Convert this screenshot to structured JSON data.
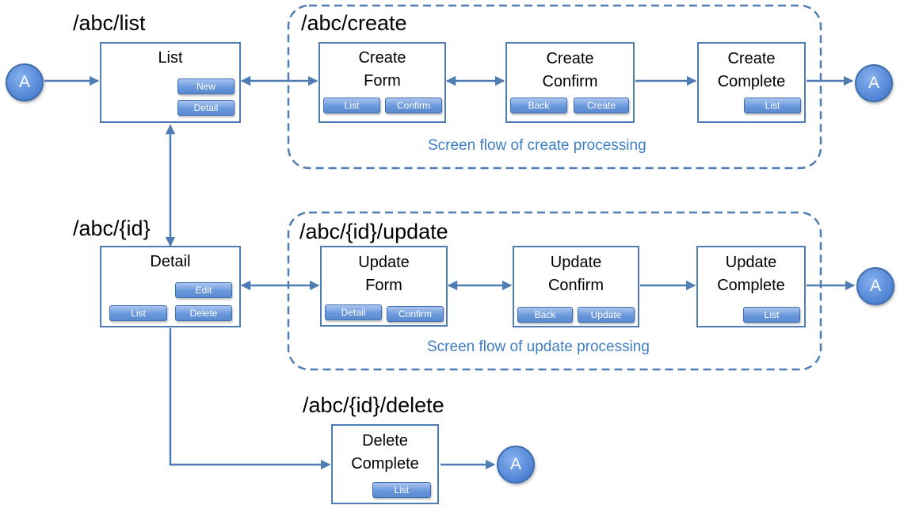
{
  "paths": {
    "list": "/abc/list",
    "create": "/abc/create",
    "detail": "/abc/{id}",
    "update": "/abc/{id}/update",
    "delete": "/abc/{id}/delete"
  },
  "screens": {
    "list": {
      "title": "List",
      "buttons": {
        "new": "New",
        "detail": "Detail"
      }
    },
    "create_form": {
      "title": "Create\nForm",
      "buttons": {
        "list": "List",
        "confirm": "Confirm"
      }
    },
    "create_confirm": {
      "title": "Create\nConfirm",
      "buttons": {
        "back": "Back",
        "create": "Create"
      }
    },
    "create_complete": {
      "title": "Create\nComplete",
      "buttons": {
        "list": "List"
      }
    },
    "detail": {
      "title": "Detail",
      "buttons": {
        "edit": "Edit",
        "list": "List",
        "delete": "Delete"
      }
    },
    "update_form": {
      "title": "Update\nForm",
      "buttons": {
        "detail": "Detail",
        "confirm": "Confirm"
      }
    },
    "update_confirm": {
      "title": "Update\nConfirm",
      "buttons": {
        "back": "Back",
        "update": "Update"
      }
    },
    "update_complete": {
      "title": "Update\nComplete",
      "buttons": {
        "list": "List"
      }
    },
    "delete_complete": {
      "title": "Delete\nComplete",
      "buttons": {
        "list": "List"
      }
    }
  },
  "captions": {
    "create_flow": "Screen flow of create processing",
    "update_flow": "Screen flow of update processing"
  },
  "connector": "A",
  "colors": {
    "stroke": "#4f7db3",
    "caption": "#3f7ec3",
    "button": "#6a98dc"
  }
}
